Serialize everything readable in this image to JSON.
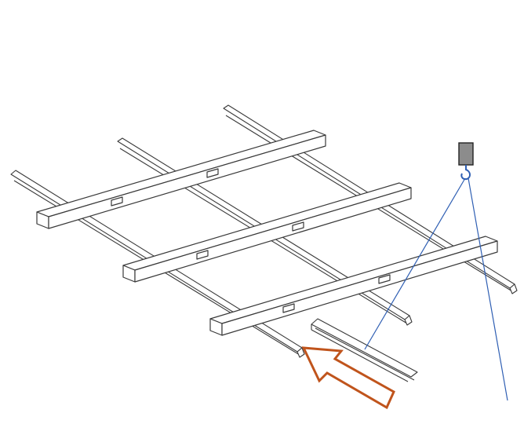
{
  "diagram": {
    "title": "",
    "caption": "",
    "colors": {
      "background": "#ffffff",
      "line": "#3a3a3a",
      "beam_fill": "#ffffff",
      "rail_fill": "#ffffff",
      "cable": "#2f5fb3",
      "hook_body": "#8c8c8c",
      "hook": "#2f5fb3",
      "arrow": "#c0541c"
    },
    "components": {
      "rails": {
        "count": 3,
        "icon": "c-channel-rail"
      },
      "beams": {
        "count": 3,
        "slots_per_beam": 2,
        "icon": "rectangular-beam"
      },
      "lifted_rail": {
        "count": 1,
        "icon": "c-channel-rail"
      },
      "hoist": {
        "icon": "crane-hook",
        "cable_count": 2
      },
      "arrow": {
        "icon": "arrow-outline",
        "meaning": "insertion-direction"
      }
    }
  }
}
